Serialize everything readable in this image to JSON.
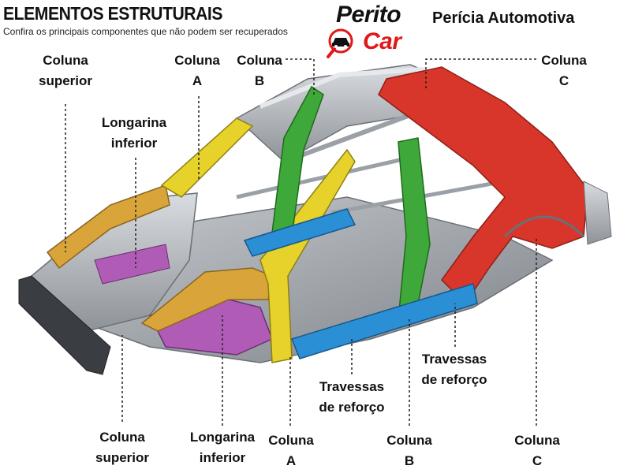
{
  "header": {
    "title": "ELEMENTOS ESTRUTURAIS",
    "subtitle": "Confira os principais componentes que não podem ser recuperados"
  },
  "brand": {
    "name_top": "Perito",
    "name_bottom": "Car",
    "tagline": "Perícia Automotiva",
    "accent_color": "#e01818",
    "icon": "car-magnifier-icon"
  },
  "labels": {
    "top_left_coluna_superior": {
      "line1": "Coluna",
      "line2": "superior"
    },
    "top_longarina_inferior": {
      "line1": "Longarina",
      "line2": "inferior"
    },
    "top_coluna_a": {
      "line1": "Coluna",
      "line2": "A"
    },
    "top_coluna_b": {
      "line1": "Coluna",
      "line2": "B"
    },
    "top_coluna_c": {
      "line1": "Coluna",
      "line2": "C"
    },
    "bottom_coluna_superior": {
      "line1": "Coluna",
      "line2": "superior"
    },
    "bottom_longarina_inferior": {
      "line1": "Longarina",
      "line2": "inferior"
    },
    "bottom_coluna_a": {
      "line1": "Coluna",
      "line2": "A"
    },
    "travessas_left": {
      "line1": "Travessas",
      "line2": "de reforço"
    },
    "bottom_coluna_b": {
      "line1": "Coluna",
      "line2": "B"
    },
    "travessas_right": {
      "line1": "Travessas",
      "line2": "de reforço"
    },
    "bottom_coluna_c": {
      "line1": "Coluna",
      "line2": "C"
    }
  },
  "colors": {
    "coluna_superior": "#d9a43a",
    "coluna_a": "#e6d22a",
    "coluna_b": "#3fa83a",
    "coluna_c": "#d8362a",
    "longarina": "#b05cb6",
    "travessas": "#2b8fd6",
    "body_metal": "#b8bcc2"
  }
}
